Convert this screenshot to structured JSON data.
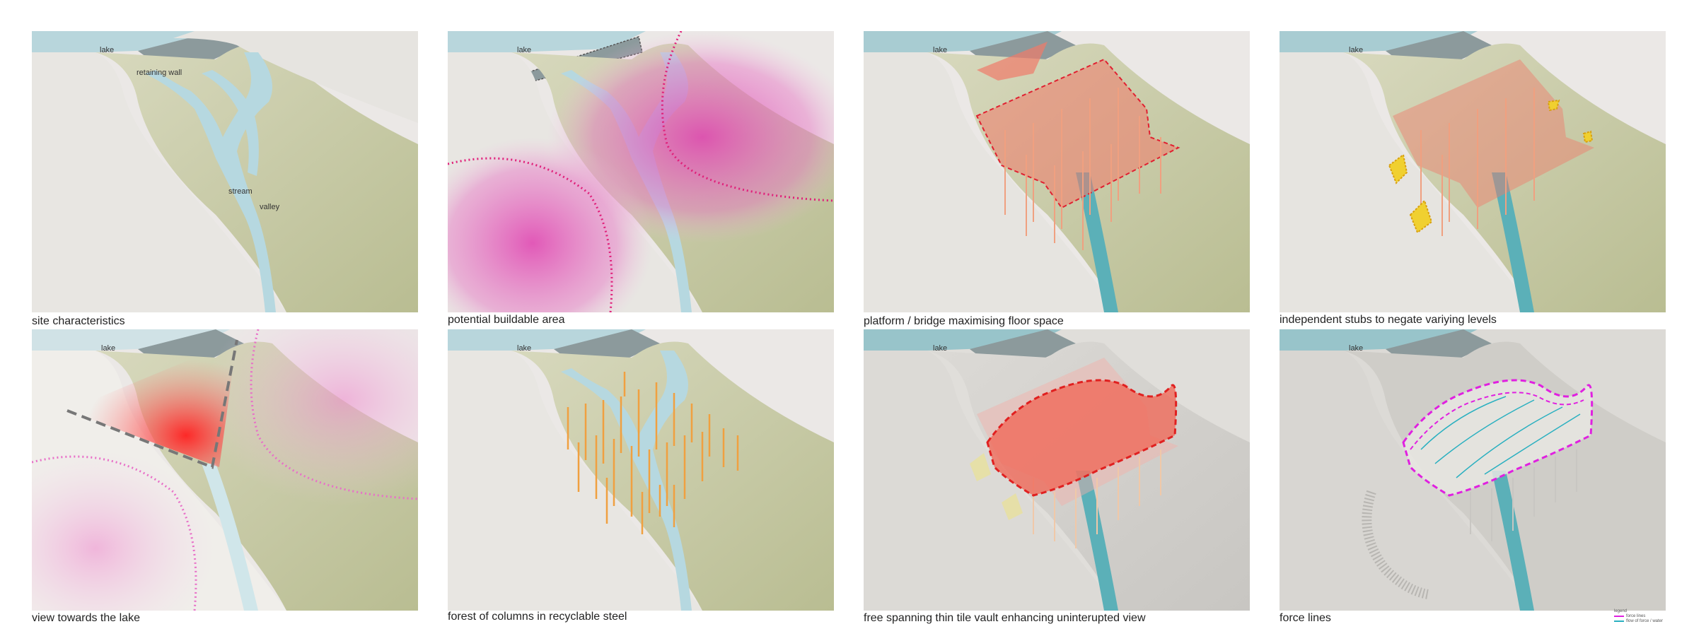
{
  "panels": [
    {
      "caption": "site characteristics",
      "labels": {
        "lake": "lake",
        "wall": "retaining wall",
        "stream": "stream",
        "valley": "valley"
      }
    },
    {
      "caption": "potential buildable area",
      "labels": {
        "lake": "lake"
      }
    },
    {
      "caption": "platform / bridge maximising floor space",
      "labels": {
        "lake": "lake"
      }
    },
    {
      "caption": "independent stubs to negate variying levels",
      "labels": {
        "lake": "lake"
      }
    },
    {
      "caption": "view towards the lake",
      "labels": {
        "lake": "lake"
      }
    },
    {
      "caption": "forest of columns in recyclable steel",
      "labels": {
        "lake": "lake"
      }
    },
    {
      "caption": "free spanning thin tile vault enhancing uninterupted view",
      "labels": {
        "lake": "lake"
      }
    },
    {
      "caption": "force lines",
      "labels": {
        "lake": "lake"
      }
    }
  ],
  "legend": {
    "title": "legend",
    "items": [
      {
        "label": "force lines",
        "color": "#e020e0"
      },
      {
        "label": "flow of force / water",
        "color": "#2ab0c0"
      }
    ]
  },
  "colors": {
    "lake": "#b8d6dc",
    "stream": "#b6d8e0",
    "hill": "#c9cca8",
    "ground": "#ebe8e6",
    "buildable": "#e040b0",
    "platform": "#f07a6a",
    "stubs": "#f0d030",
    "view": "#ff3030",
    "columns": "#f0a040",
    "force": "#e020e0",
    "flow": "#2ab0c0"
  }
}
